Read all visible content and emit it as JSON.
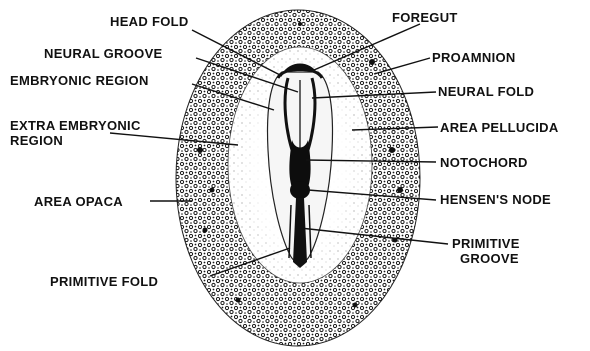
{
  "labels": {
    "head_fold": "HEAD FOLD",
    "neural_groove": "NEURAL GROOVE",
    "embryonic_region": "EMBRYONIC REGION",
    "extra_embryonic_region": [
      "EXTRA EMBRYONIC",
      "REGION"
    ],
    "area_opaca": "AREA OPACA",
    "primitive_fold": "PRIMITIVE FOLD",
    "foregut": "FOREGUT",
    "proamnion": "PROAMNION",
    "neural_fold": "NEURAL FOLD",
    "area_pellucida": "AREA PELLUCIDA",
    "notochord": "NOTOCHORD",
    "hensens_node": "HENSEN'S NODE",
    "primitive_groove": [
      "PRIMITIVE",
      "GROOVE"
    ]
  },
  "colors": {
    "ink": "#111111",
    "paper": "#ffffff",
    "stipple": "#2a2a2a"
  }
}
